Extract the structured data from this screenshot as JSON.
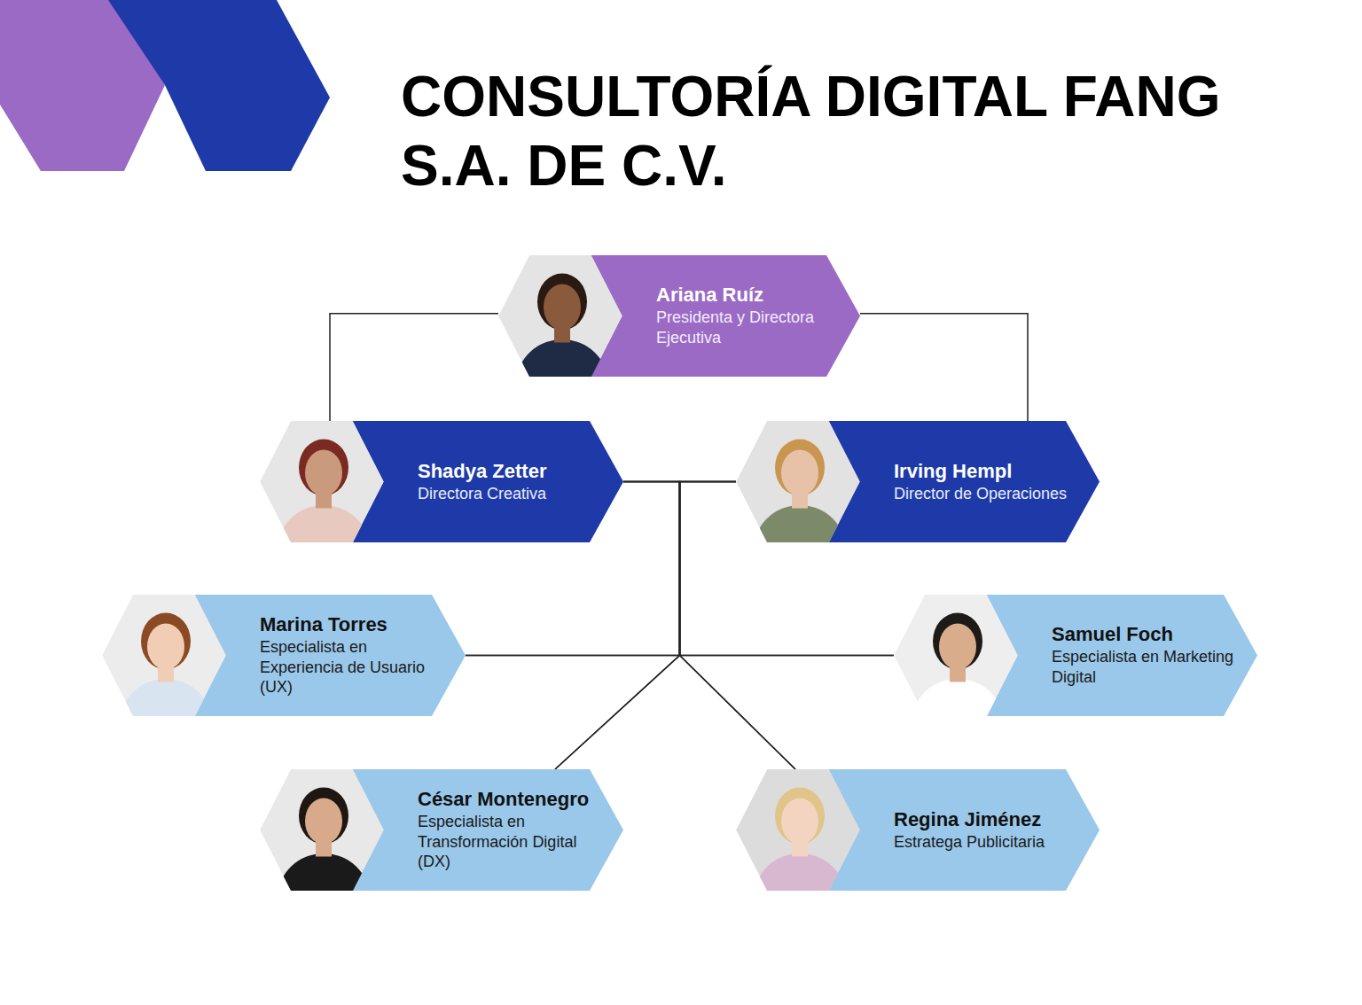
{
  "diagram": {
    "title": "CONSULTORÍA DIGITAL FANG S.A. DE C.V.",
    "nodes": [
      {
        "text": [
          "Ariana Ruíz",
          "Presidenta y Directora Ejecutiva"
        ]
      },
      {
        "text": [
          "Shadya Zetter",
          "Directora Creativa"
        ]
      },
      {
        "text": [
          "Irving Hempl",
          "Director de Operaciones"
        ]
      },
      {
        "text": [
          "Marina Torres",
          "Especialista en Experiencia de Usuario (UX)"
        ]
      },
      {
        "text": [
          "Samuel Foch",
          "Especialista en Marketing Digital"
        ]
      },
      {
        "text": [
          "César Montenegro",
          "Especialista en Transformación Digital (DX)"
        ]
      },
      {
        "text": [
          "Regina Jiménez",
          "Estratega Publicitaria"
        ]
      }
    ],
    "edges": [
      {
        "from": 0,
        "to": 1,
        "arrow": "none"
      },
      {
        "from": 0,
        "to": 2,
        "arrow": "none"
      },
      {
        "from": 1,
        "to": 3,
        "arrow": "none"
      },
      {
        "from": 1,
        "to": 4,
        "arrow": "none"
      },
      {
        "from": 1,
        "to": 5,
        "arrow": "none"
      },
      {
        "from": 1,
        "to": 6,
        "arrow": "none"
      },
      {
        "from": 2,
        "to": 3,
        "arrow": "none"
      },
      {
        "from": 2,
        "to": 4,
        "arrow": "none"
      },
      {
        "from": 2,
        "to": 5,
        "arrow": "none"
      },
      {
        "from": 2,
        "to": 6,
        "arrow": "none"
      }
    ]
  }
}
